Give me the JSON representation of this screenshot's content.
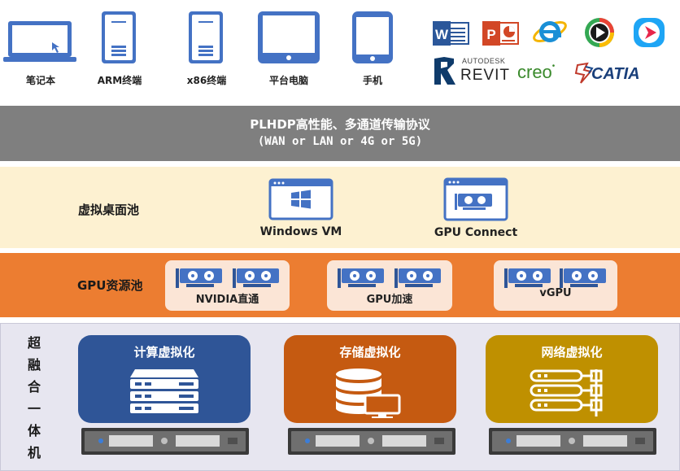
{
  "devices": [
    {
      "label": "笔记本",
      "icon": "laptop-icon"
    },
    {
      "label": "ARM终端",
      "icon": "thin-client-icon"
    },
    {
      "label": "x86终端",
      "icon": "thin-client-icon"
    },
    {
      "label": "平台电脑",
      "icon": "tablet-icon"
    },
    {
      "label": "手机",
      "icon": "phone-icon"
    }
  ],
  "apps": {
    "word": "W",
    "powerpoint": "P",
    "revit_brand": "AUTODESK",
    "revit_name": "REVIT",
    "creo": "creo",
    "catia": "CATIA"
  },
  "protocol": {
    "title": "PLHDP高性能、多通道传输协议",
    "subtitle": "(WAN or LAN or 4G or 5G)"
  },
  "vdi_pool": {
    "title": "虚拟桌面池",
    "items": [
      {
        "label": "Windows VM",
        "icon": "windows-window-icon"
      },
      {
        "label": "GPU Connect",
        "icon": "gpu-window-icon"
      }
    ]
  },
  "gpu_pool": {
    "title": "GPU资源池",
    "cards": [
      {
        "label": "NVIDIA直通"
      },
      {
        "label": "GPU加速"
      },
      {
        "label": "vGPU"
      }
    ]
  },
  "hci": {
    "title_chars": [
      "超",
      "融",
      "合",
      "一",
      "体",
      "机"
    ],
    "boxes": [
      {
        "label": "计算虚拟化",
        "icon": "server-stack-icon"
      },
      {
        "label": "存储虚拟化",
        "icon": "database-icon"
      },
      {
        "label": "网络虚拟化",
        "icon": "network-icon"
      }
    ]
  },
  "colors": {
    "device_blue": "#4472c4",
    "protocol_band": "#7f7f7f",
    "vdi_band": "#fdf1d1",
    "gpu_band": "#ec7d31",
    "gpu_card": "#fbe5d6",
    "compute": "#2f5597",
    "storage": "#c55a11",
    "network": "#bf9000"
  }
}
